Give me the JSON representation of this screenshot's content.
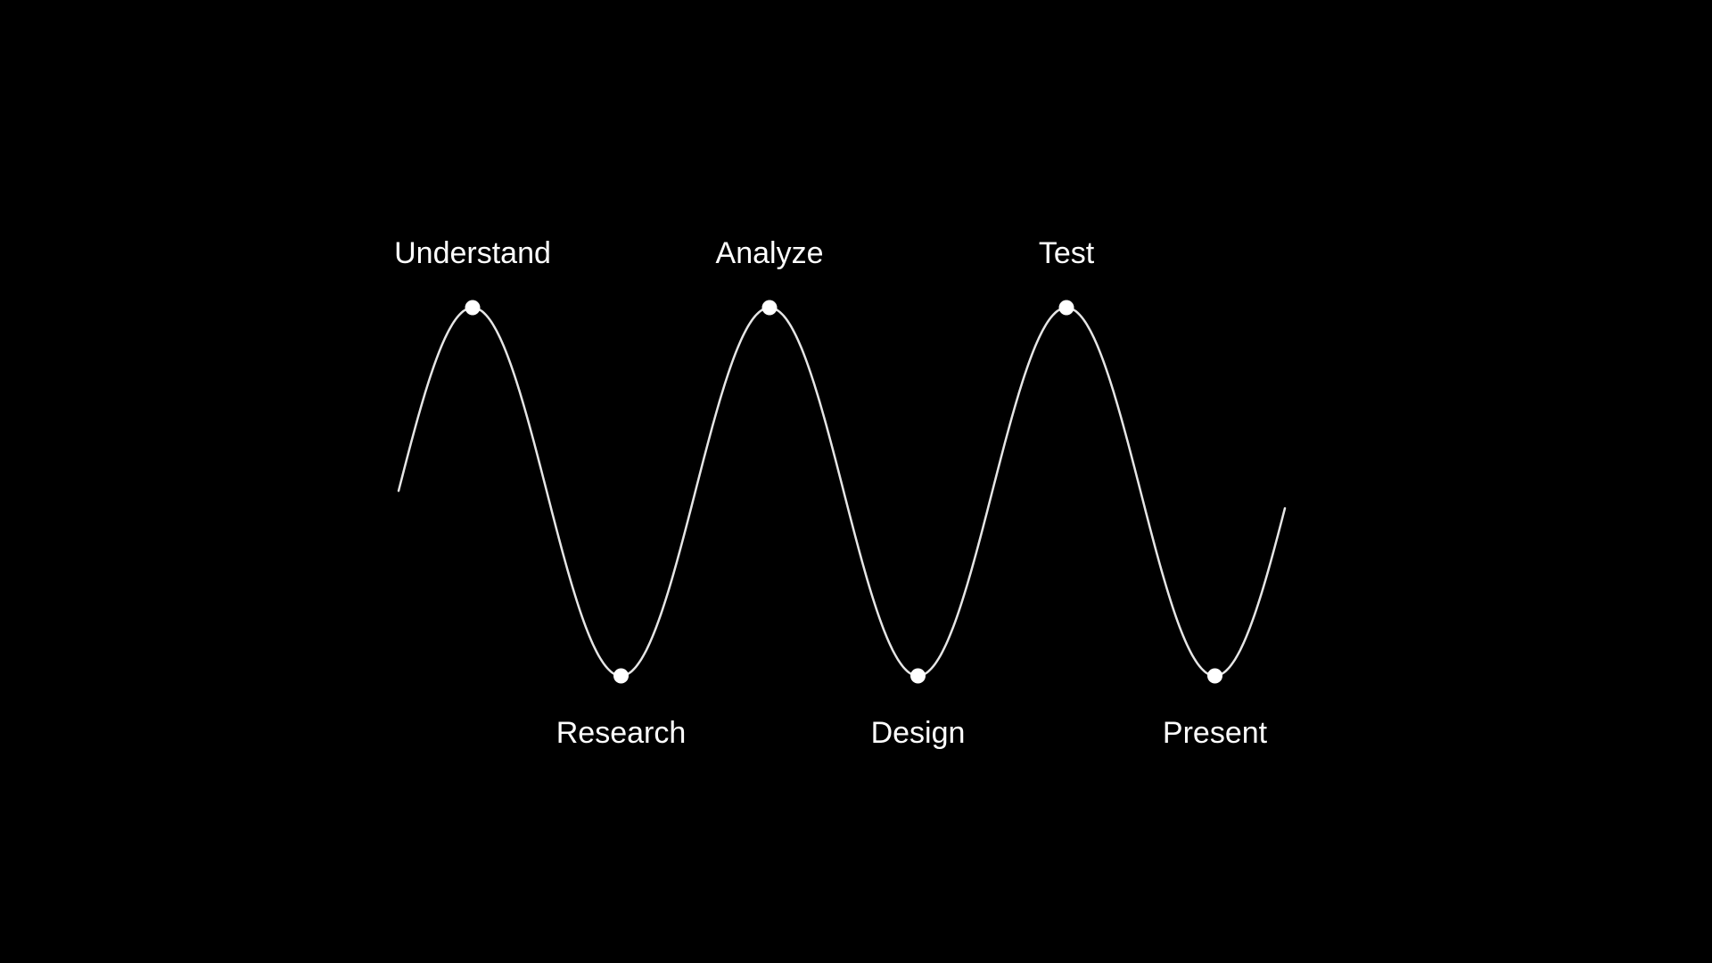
{
  "background_color": "#000000",
  "line_color": "#e6e6e6",
  "dot_color": "#ffffff",
  "text_color": "#ffffff",
  "steps": [
    {
      "label": "Understand",
      "position": "peak"
    },
    {
      "label": "Research",
      "position": "trough"
    },
    {
      "label": "Analyze",
      "position": "peak"
    },
    {
      "label": "Design",
      "position": "trough"
    },
    {
      "label": "Test",
      "position": "peak"
    },
    {
      "label": "Present",
      "position": "trough"
    }
  ]
}
